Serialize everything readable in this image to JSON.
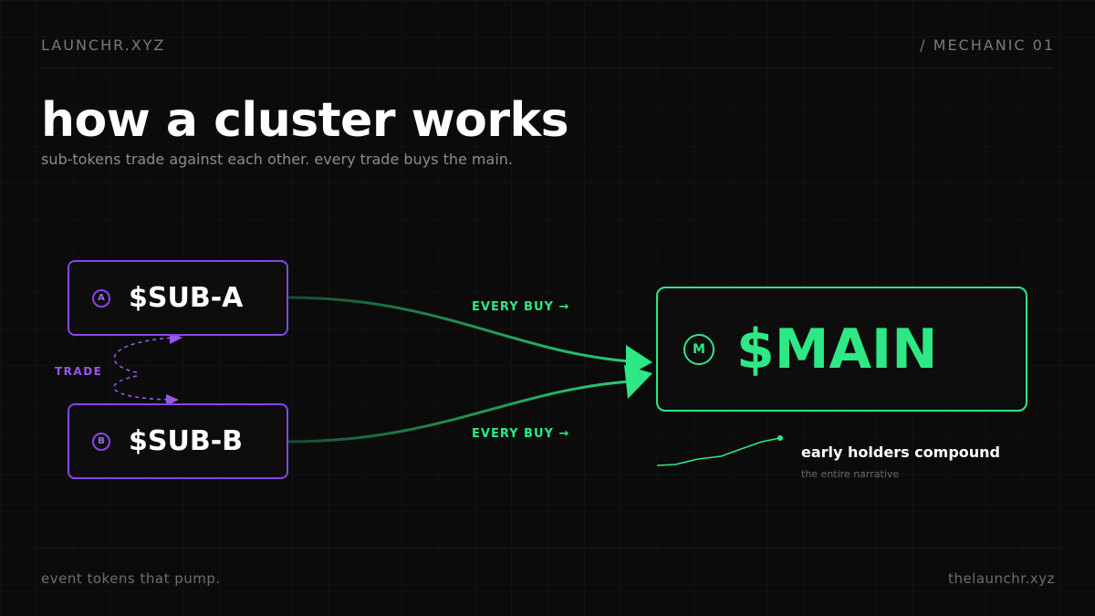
{
  "header": {
    "brand": "LAUNCHR.XYZ",
    "mechanic": "/ MECHANIC 01"
  },
  "title": "how a cluster works",
  "subtitle": "sub-tokens trade against each other. every trade buys the main.",
  "nodes": {
    "sub_a": {
      "badge": "A",
      "label": "$SUB-A"
    },
    "sub_b": {
      "badge": "B",
      "label": "$SUB-B"
    },
    "main": {
      "badge": "M",
      "label": "$MAIN"
    }
  },
  "edges": {
    "buy_a": "EVERY BUY →",
    "buy_b": "EVERY BUY →",
    "trade": "TRADE"
  },
  "compound": {
    "title": "early holders compound",
    "subtitle": "the entire narrative"
  },
  "footer": {
    "left": "event tokens that pump.",
    "right": "thelaunchr.xyz"
  },
  "colors": {
    "accent_green": "#2ee885",
    "accent_purple": "#8b45e6",
    "background": "#0b0b0b"
  }
}
